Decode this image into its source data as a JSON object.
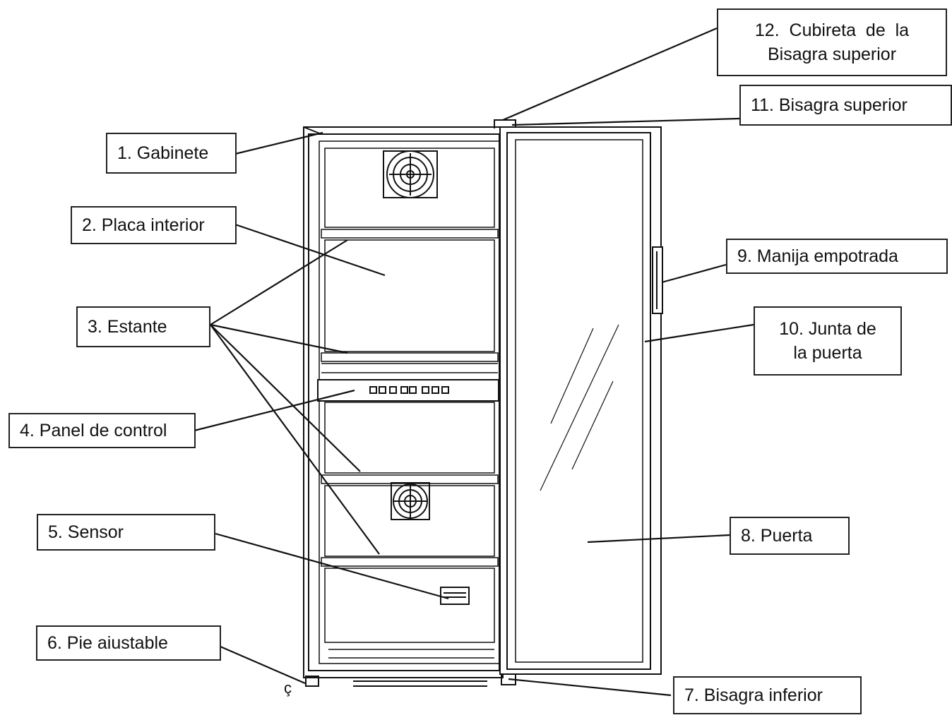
{
  "labels": {
    "gabinete": "1. Gabinete",
    "placa_interior": "2. Placa interior",
    "estante": "3. Estante",
    "panel_control": "4. Panel de control",
    "sensor": "5. Sensor",
    "pie_ajustable": "6. Pie aiustable",
    "bisagra_inferior": "7. Bisagra inferior",
    "puerta": "8. Puerta",
    "manija": "9. Manija empotrada",
    "junta_line1": "10. Junta de",
    "junta_line2": "la puerta",
    "bisagra_superior": "11. Bisagra superior",
    "cubierta_line1": "12.  Cubireta  de  la",
    "cubierta_line2": "Bisagra superior"
  },
  "stray_glyph": "ç"
}
